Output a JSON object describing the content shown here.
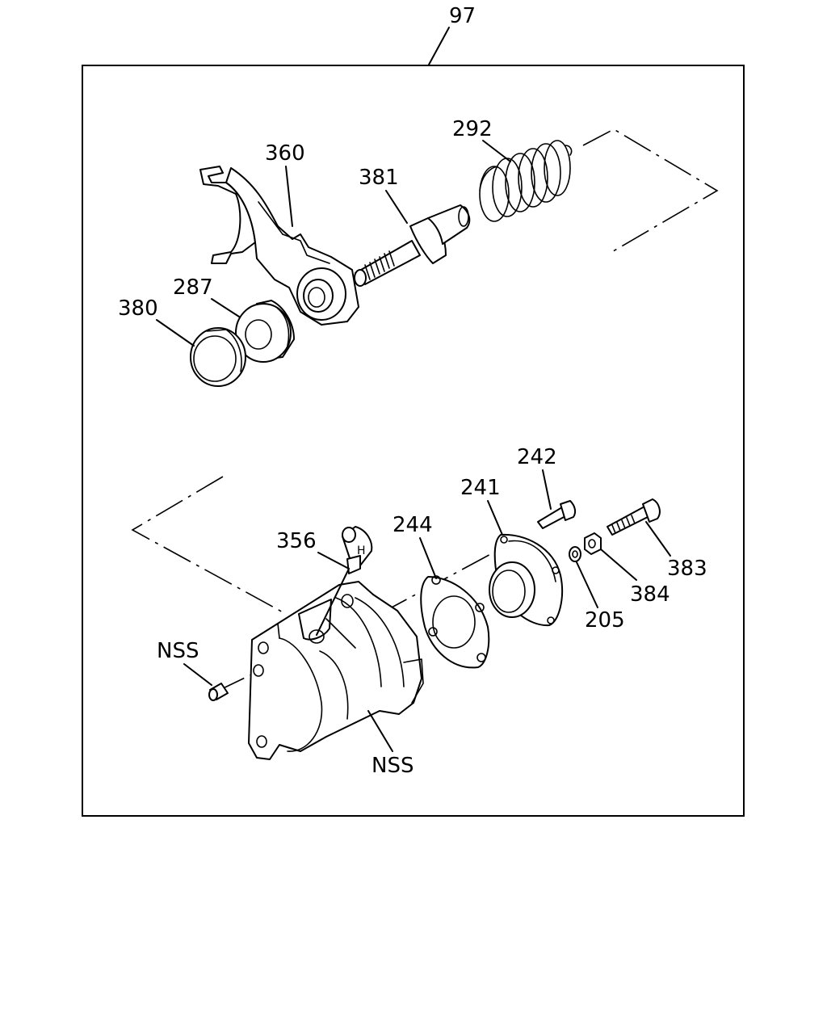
{
  "assembly_label": "97",
  "callouts": {
    "p360": "360",
    "p381": "381",
    "p292": "292",
    "p287": "287",
    "p380": "380",
    "p242": "242",
    "p241": "241",
    "p244": "244",
    "p356": "356",
    "p383": "383",
    "p384": "384",
    "p205": "205",
    "nss_screw": "NSS",
    "nss_body": "NSS"
  }
}
